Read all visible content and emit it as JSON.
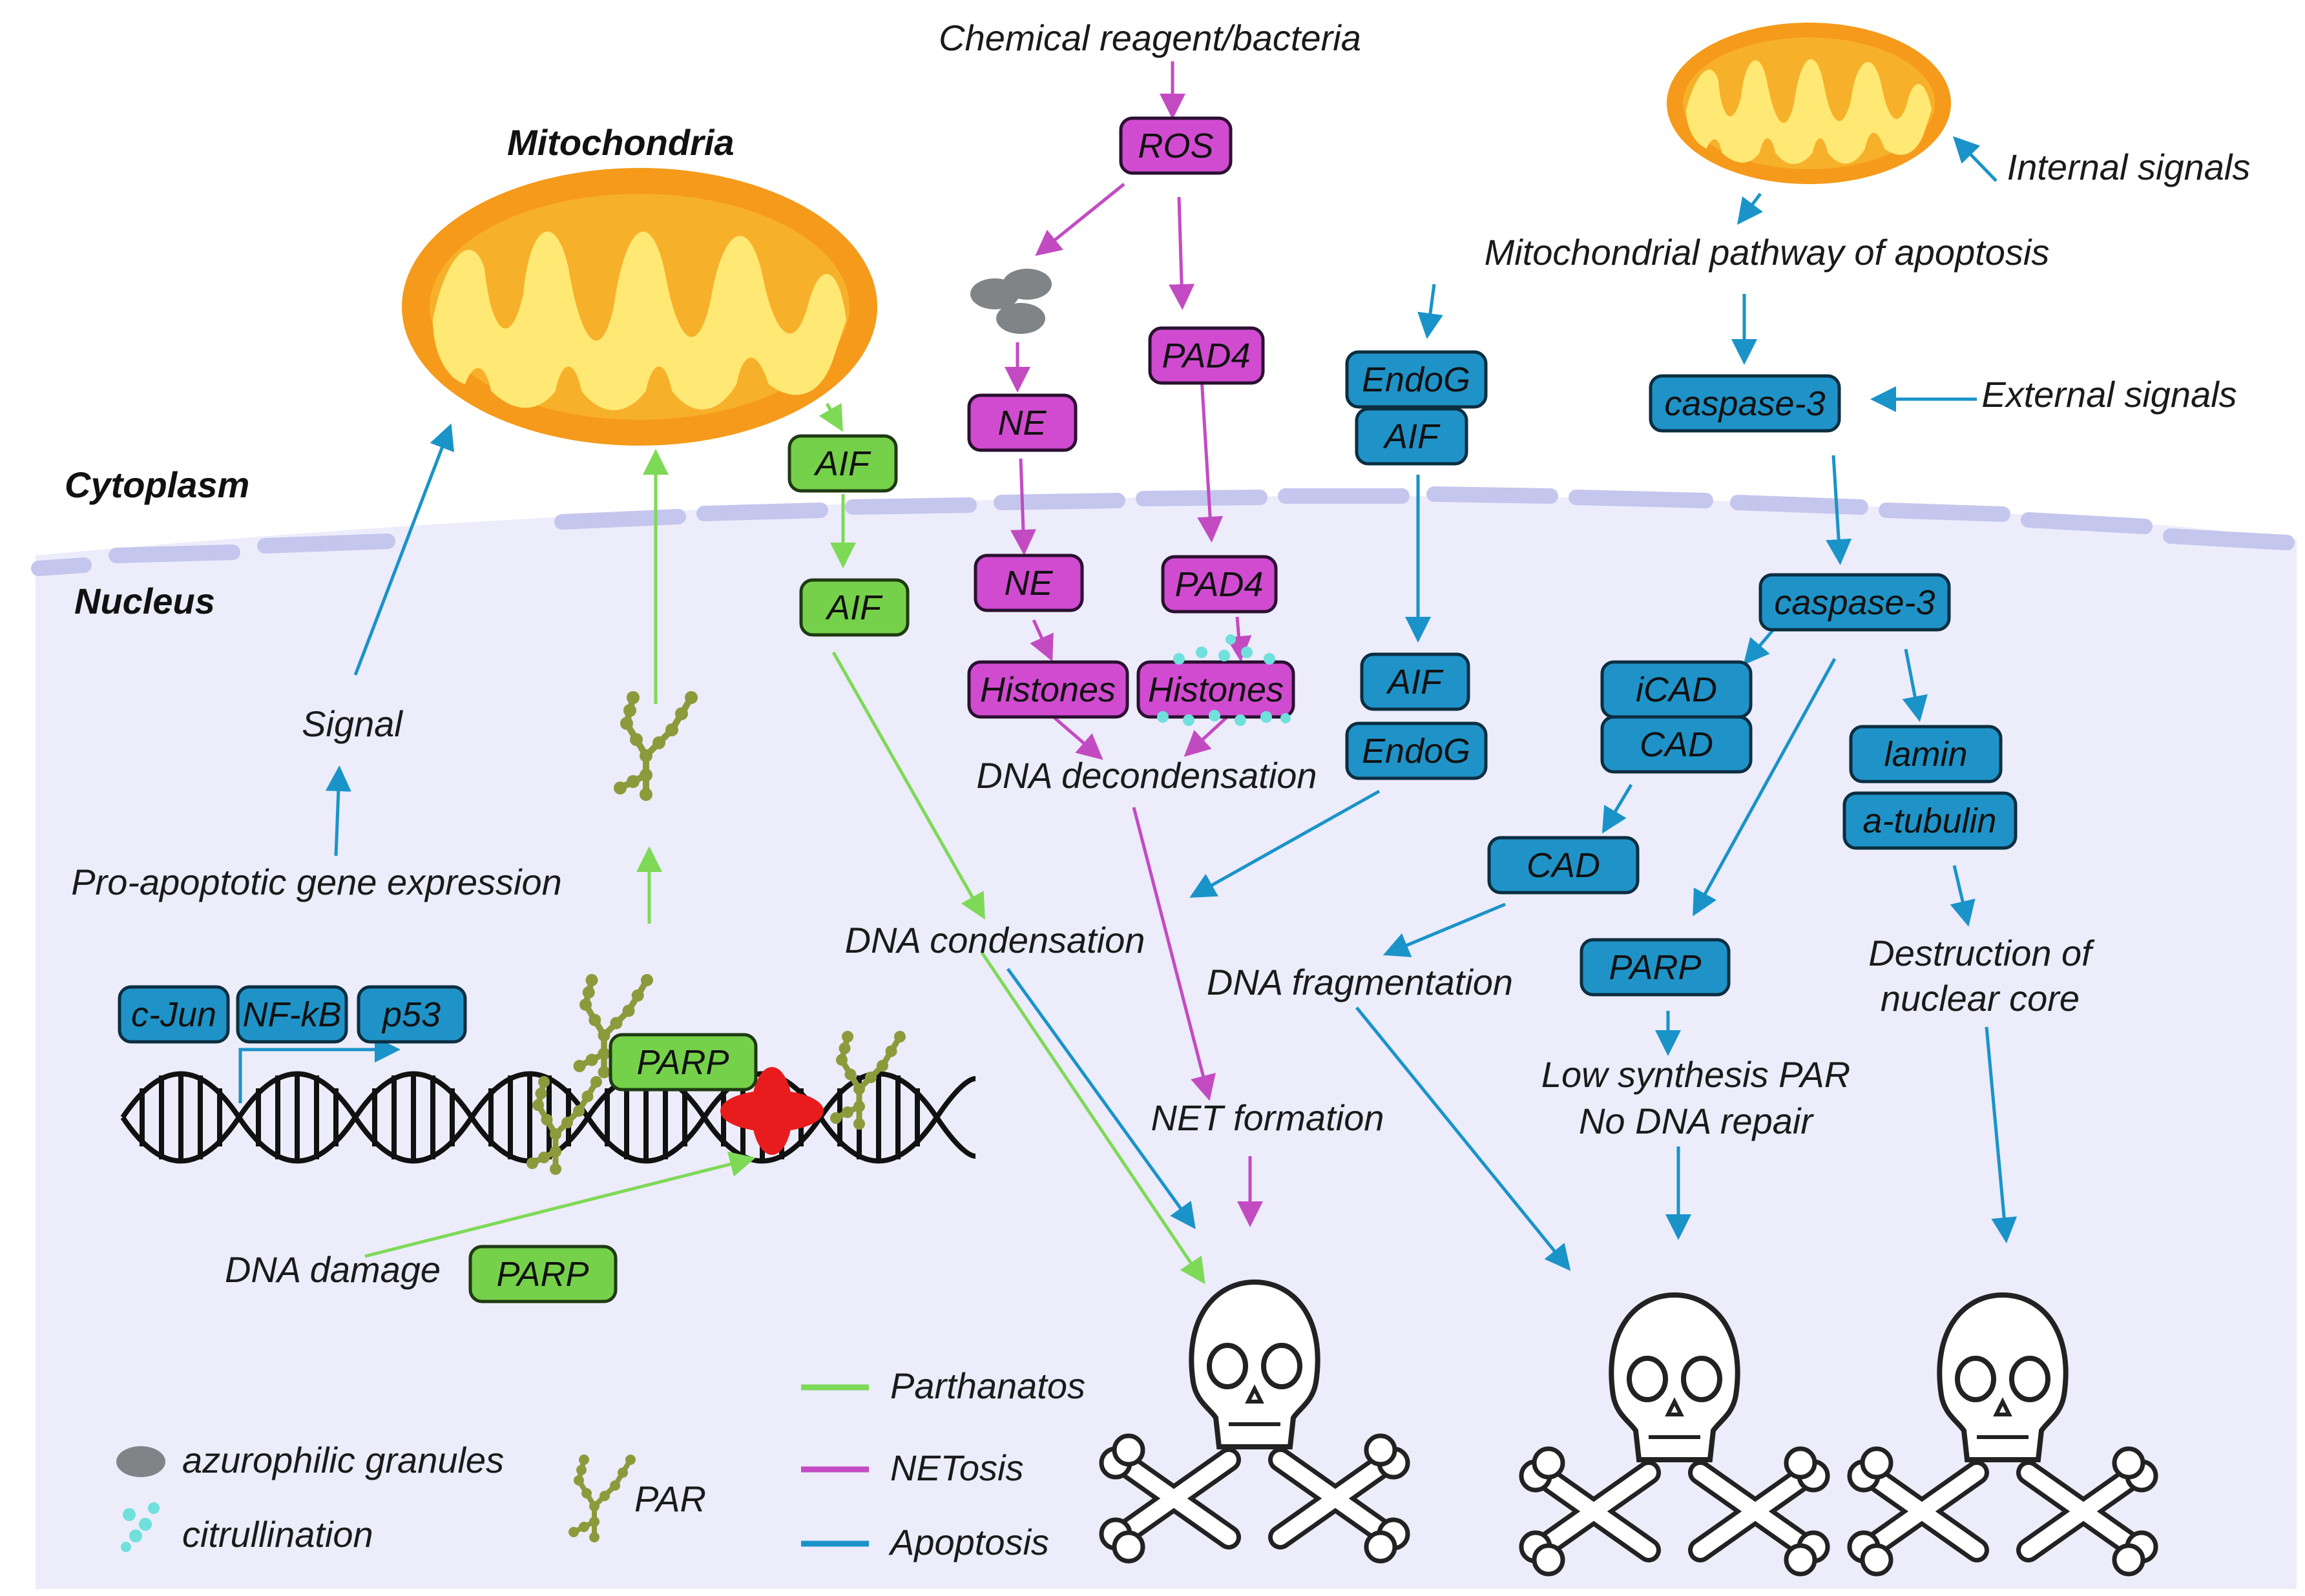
{
  "regions": {
    "cytoplasm": "Cytoplasm",
    "nucleus": "Nucleus",
    "mitochondria": "Mitochondria"
  },
  "texts": {
    "chemical_reagent": "Chemical reagent/bacteria",
    "internal_signals": "Internal signals",
    "mito_pathway": "Mitochondrial pathway of apoptosis",
    "external_signals": "External signals",
    "signal": "Signal",
    "pro_apoptotic": "Pro-apoptotic gene expression",
    "dna_decondensation": "DNA decondensation",
    "dna_condensation": "DNA condensation",
    "dna_fragmentation": "DNA fragmentation",
    "net_formation": "NET formation",
    "low_synthesis": "Low synthesis PAR",
    "no_dna_repair": "No DNA repair",
    "destruction_1": "Destruction of",
    "destruction_2": "nuclear core",
    "dna_damage": "DNA damage"
  },
  "boxes": {
    "ros": "ROS",
    "ne_cyt": "NE",
    "ne_nuc": "NE",
    "pad4_cyt": "PAD4",
    "pad4_nuc": "PAD4",
    "histones_1": "Histones",
    "histones_2": "Histones",
    "aif_cyt": "AIF",
    "aif_nuc": "AIF",
    "endog_cyt": "EndoG",
    "aif_cyt_blue": "AIF",
    "aif_nuc_blue": "AIF",
    "endog_nuc": "EndoG",
    "caspase3_cyt": "caspase-3",
    "caspase3_nuc": "caspase-3",
    "icad": "iCAD",
    "cad_1": "CAD",
    "cad_2": "CAD",
    "lamin": "lamin",
    "a_tubulin": "a-tubulin",
    "parp_apop": "PARP",
    "c_jun": "c-Jun",
    "nf_kb": "NF-kB",
    "p53": "p53",
    "parp_dna": "PARP",
    "parp_damage": "PARP"
  },
  "legend": {
    "azurophilic_granules": "azurophilic granules",
    "citrullination": "citrullination",
    "par": "PAR",
    "parthanatos": "Parthanatos",
    "netosis": "NETosis",
    "apoptosis": "Apoptosis"
  },
  "colors": {
    "parthanatos": "#7ed957",
    "netosis": "#c34bc2",
    "apoptosis": "#1a93c9",
    "box_green": "#76d14a",
    "box_magenta": "#d14bd0",
    "box_blue": "#1f93c8",
    "nucleus_bg": "#ececfb",
    "membrane": "#c4c6ee",
    "mito_outer": "#f59a1a",
    "mito_inner": "#ffe873",
    "par_olive": "#8d9a3b",
    "damage_red": "#e81c1c",
    "granule_gray": "#808487",
    "citrulline": "#6fe0dc"
  }
}
